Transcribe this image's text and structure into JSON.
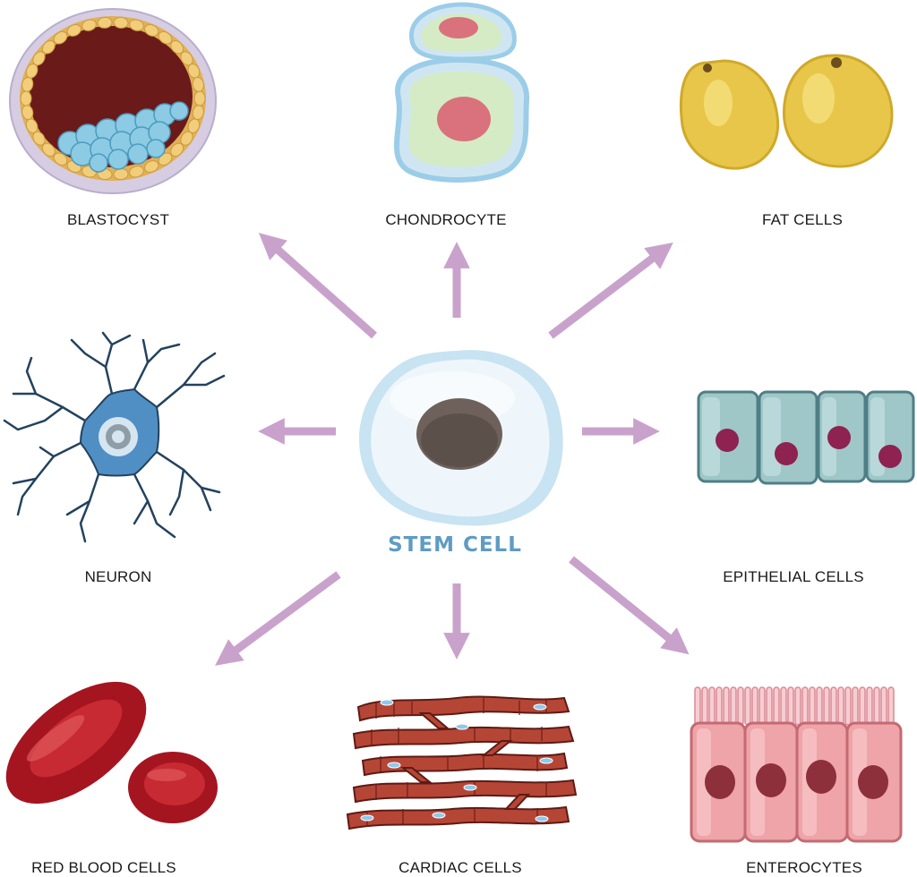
{
  "center": {
    "label": "STEM CELL",
    "label_color": "#5f9cc2"
  },
  "arrow_color": "#c9a2cc",
  "cells": {
    "blastocyst": "BLASTOCYST",
    "chondrocyte": "CHONDROCYTE",
    "fat": "FAT CELLS",
    "neuron": "NEURON",
    "epithelial": "EPITHELIAL CELLS",
    "red_blood": "RED BLOOD CELLS",
    "cardiac": "CARDIAC CELLS",
    "enterocytes": "ENTEROCYTES"
  }
}
